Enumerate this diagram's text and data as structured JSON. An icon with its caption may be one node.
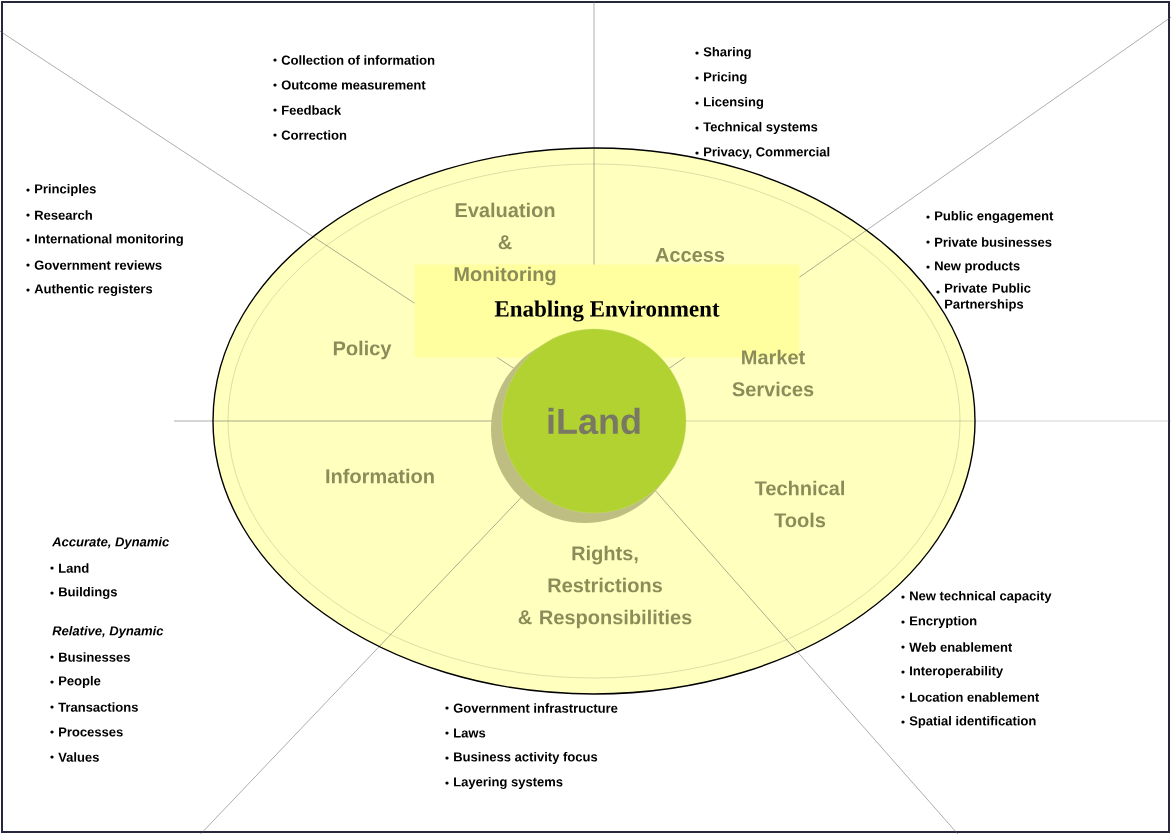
{
  "diagram": {
    "nodes": [
      {
        "text": [],
        "shape": "ellipse"
      },
      {
        "text": [
          "Enabling Environment"
        ],
        "in": 0
      },
      {
        "text": [
          "iLand"
        ],
        "in": 0
      }
    ],
    "labels": [
      "Collection of information",
      "Outcome measurement",
      "Feedback",
      "Correction",
      "Sharing",
      "Pricing",
      "Licensing",
      "Technical systems",
      "Privacy, Commercial",
      "Principles",
      "Research",
      "International monitoring",
      "Government reviews",
      "Authentic registers",
      "Evaluation & Monitoring",
      "Access",
      "Public engagement",
      "Private businesses",
      "New products",
      "Private Public Partnerships",
      "Policy",
      "Market Services",
      "Information",
      "Technical Tools",
      "Rights, Restrictions & Responsibilities",
      "Accurate, Dynamic",
      "Land",
      "Buildings",
      "Relative, Dynamic",
      "Businesses",
      "People",
      "Transactions",
      "Processes",
      "Values",
      "New technical capacity",
      "Encryption",
      "Web enablement",
      "Interoperability",
      "Location enablement",
      "Spatial identification",
      "Government infrastructure",
      "Laws",
      "Business activity focus",
      "Layering systems"
    ]
  }
}
